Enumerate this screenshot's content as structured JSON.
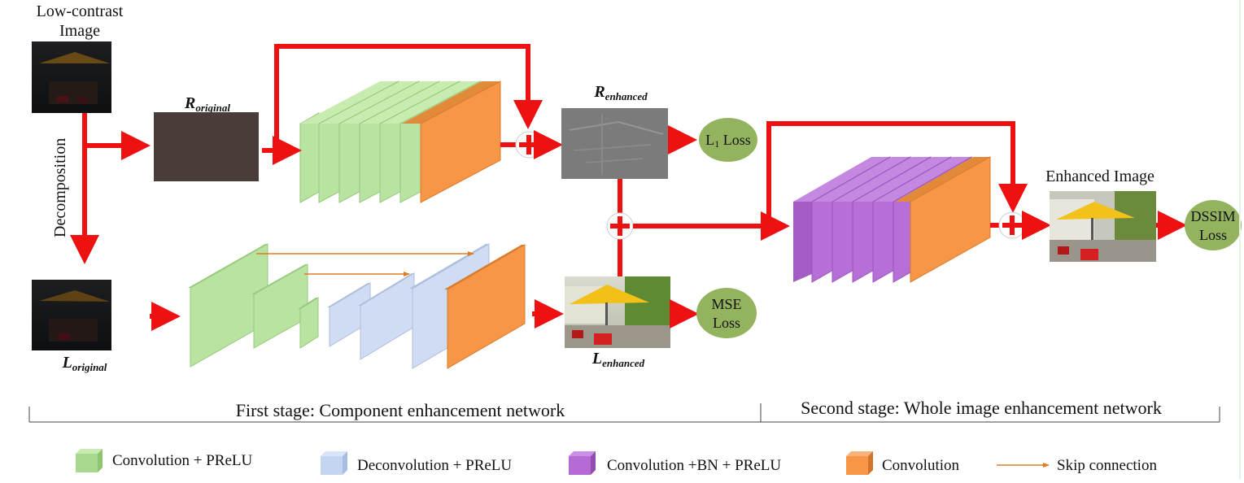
{
  "input": {
    "title_line1": "Low-contrast",
    "title_line2": "Image"
  },
  "decomposition_label": "Decomposition",
  "reflectance_original": {
    "main": "R",
    "sub": "original"
  },
  "reflectance_enhanced": {
    "main": "R",
    "sub": "enhanced"
  },
  "illumination_original": {
    "main": "L",
    "sub": "original"
  },
  "illumination_enhanced": {
    "main": "L",
    "sub": "enhanced"
  },
  "losses": {
    "l1": {
      "main": "L",
      "sub": "1",
      "rest": " Loss"
    },
    "mse_line1": "MSE",
    "mse_line2": "Loss",
    "dssim_line1": "DSSIM",
    "dssim_line2": "Loss"
  },
  "enhanced_image_label": "Enhanced Image",
  "stages": {
    "first": "First stage: Component enhancement network",
    "second": "Second stage: Whole image enhancement network"
  },
  "legend": [
    {
      "label": "Convolution + PReLU",
      "icon": "green-cube-icon",
      "color": "#a9d98e"
    },
    {
      "label": "Deconvolution + PReLU",
      "icon": "blue-cube-icon",
      "color": "#c4d5f1"
    },
    {
      "label": "Convolution +BN + PReLU",
      "icon": "purple-cube-icon",
      "color": "#b56ad6"
    },
    {
      "label": "Convolution",
      "icon": "orange-cube-icon",
      "color": "#f79646"
    },
    {
      "label": "Skip connection",
      "icon": "skip-arrow-icon",
      "color": "#e07b22"
    }
  ],
  "colors": {
    "flow_arrow": "#ee1111",
    "skip_arrow": "#e07b22",
    "loss_ellipse": "#93b35f",
    "green_layer": "#b9e3a0",
    "blue_layer": "#cfdcf3",
    "purple_layer": "#b76fd8",
    "orange_layer": "#f79646"
  }
}
